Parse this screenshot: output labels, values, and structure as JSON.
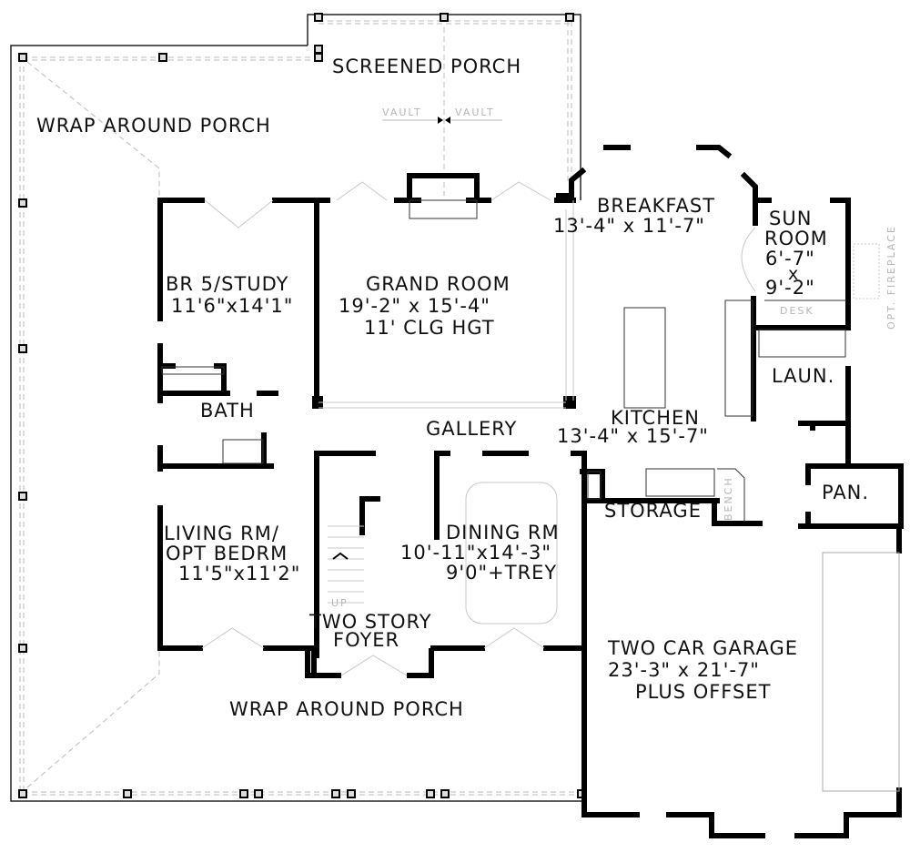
{
  "plan": {
    "type": "floor plan",
    "rooms": [
      {
        "id": "screened-porch",
        "name": "SCREENED PORCH"
      },
      {
        "id": "wrap-porch-top",
        "name": "WRAP AROUND PORCH"
      },
      {
        "id": "wrap-porch-bottom",
        "name": "WRAP AROUND PORCH"
      },
      {
        "id": "breakfast",
        "name": "BREAKFAST",
        "dims": "13'-4\" x 11'-7\""
      },
      {
        "id": "sun-room",
        "name_line1": "SUN",
        "name_line2": "ROOM",
        "dims_line1": "6'-7\"",
        "dims_x": "x",
        "dims_line2": "9'-2\""
      },
      {
        "id": "br5-study",
        "name": "BR 5/STUDY",
        "dims": "11'6\"x14'1\""
      },
      {
        "id": "grand-room",
        "name": "GRAND ROOM",
        "dims": "19'-2\" x 15'-4\"",
        "note": "11' CLG HGT"
      },
      {
        "id": "bath",
        "name": "BATH"
      },
      {
        "id": "gallery",
        "name": "GALLERY"
      },
      {
        "id": "kitchen",
        "name": "KITCHEN",
        "dims": "13'-4\" x 15'-7\""
      },
      {
        "id": "laundry",
        "name": "LAUN."
      },
      {
        "id": "pantry",
        "name": "PAN."
      },
      {
        "id": "storage",
        "name": "STORAGE"
      },
      {
        "id": "living-rm",
        "name_line1": "LIVING RM/",
        "name_line2": "OPT BEDRM",
        "dims": "11'5\"x11'2\""
      },
      {
        "id": "dining-rm",
        "name": "DINING RM",
        "dims": "10'-11\"x14'-3\"",
        "note": "9'0\"+TREY"
      },
      {
        "id": "foyer",
        "name_line1": "TWO STORY",
        "name_line2": "FOYER"
      },
      {
        "id": "garage",
        "name": "TWO CAR GARAGE",
        "dims": "23'-3\" x 21'-7\"",
        "note": "PLUS OFFSET"
      }
    ],
    "annotations": {
      "vault_left": "VAULT",
      "vault_right": "VAULT",
      "desk": "DESK",
      "bench": "BENCH",
      "stair_up": "UP",
      "opt_fireplace": "OPT. FIREPLACE"
    },
    "colors": {
      "wall": "#000000",
      "thin_line": "#222222",
      "faint_line": "#c8c8c8",
      "background": "#ffffff"
    }
  }
}
